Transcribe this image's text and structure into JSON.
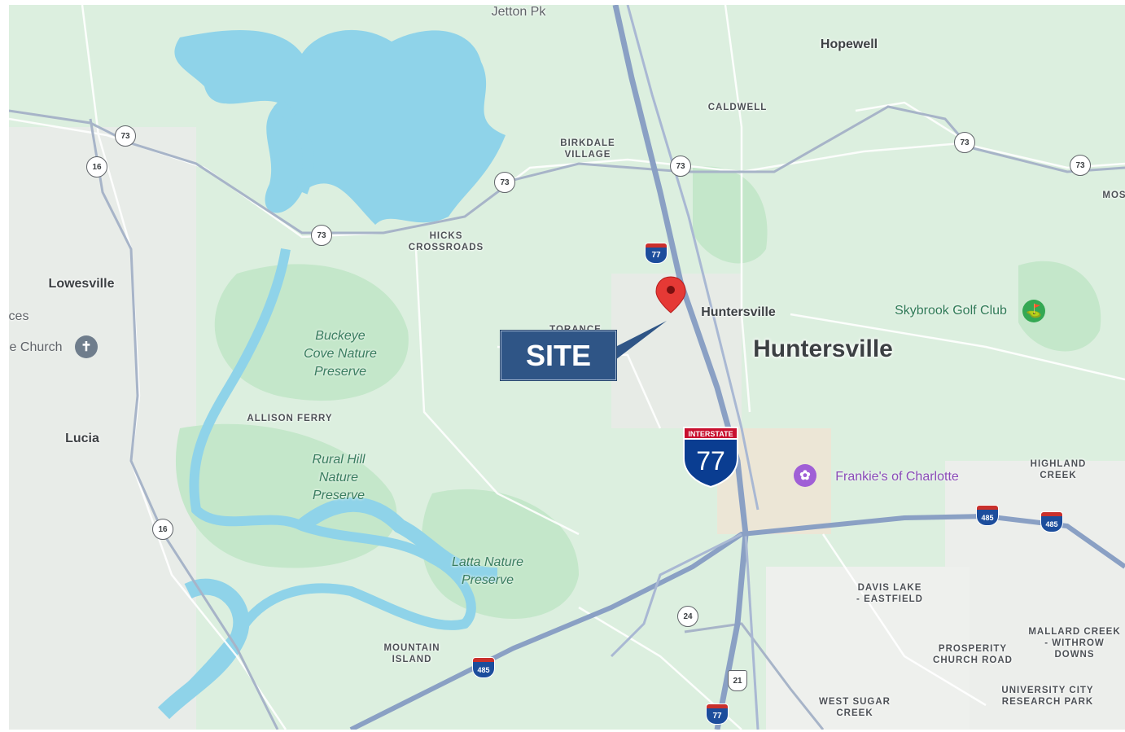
{
  "map": {
    "places": {
      "jetton_pk": "Jetton Pk",
      "hopewell": "Hopewell",
      "caldwell": "CALDWELL",
      "birkdale_village": "BIRKDALE\nVILLAGE",
      "hicks_crossroads": "HICKS\nCROSSROADS",
      "lowesville": "Lowesville",
      "huntersville_small": "Huntersville",
      "huntersville_big": "Huntersville",
      "torance": "TORANCE",
      "allison_ferry": "ALLISON FERRY",
      "lucia": "Lucia",
      "highland_creek": "HIGHLAND\nCREEK",
      "davis_lake": "DAVIS LAKE\n- EASTFIELD",
      "mountain_island": "MOUNTAIN\nISLAND",
      "prosperity": "PROSPERITY\nCHURCH ROAD",
      "mallard_creek": "MALLARD CREEK\n- WITHROW\nDOWNS",
      "university_city": "UNIVERSITY CITY\nRESEARCH PARK",
      "west_sugar_creek": "WEST SUGAR\nCREEK",
      "mos": "MOS",
      "ces": "ces"
    },
    "parks": {
      "buckeye": "Buckeye\nCove Nature\nPreserve",
      "rural_hill": "Rural Hill\nNature\nPreserve",
      "latta": "Latta Nature\nPreserve"
    },
    "pois": {
      "skybrook": "Skybrook Golf Club",
      "frankies": "Frankie's of Charlotte",
      "church": "e Church"
    },
    "shields": {
      "nc73": "73",
      "nc16": "16",
      "nc24": "24",
      "us21": "21",
      "i77": "77",
      "i485": "485",
      "interstate_word": "INTERSTATE"
    },
    "marker": {
      "label": "SITE"
    },
    "colors": {
      "water": "#8fd3e9",
      "park": "#bfe4c5",
      "land": "#ecefe9",
      "highway": "#8aa0c4",
      "site_box": "#2f5586",
      "marker": "#e53935"
    }
  }
}
